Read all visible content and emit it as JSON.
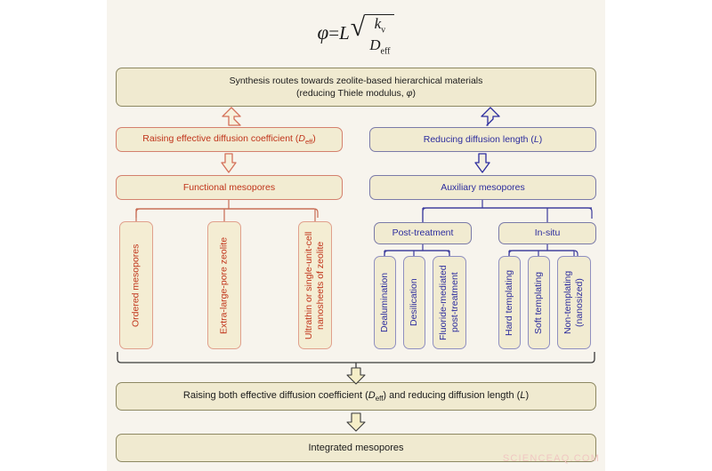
{
  "figure": {
    "background_color": "#f7f4ed",
    "formula": {
      "phi": "φ",
      "equals": "=",
      "L": "L",
      "numerator": "k",
      "numerator_sub": "v",
      "denominator": "D",
      "denominator_sub": "eff",
      "plain": "φ = L √(k_v / D_eff)"
    },
    "top_box": {
      "line1": "Synthesis routes towards zeolite-based hierarchical materials",
      "line2_prefix": "(reducing Thiele modulus, ",
      "line2_symbol": "φ",
      "line2_suffix": ")"
    },
    "branches": {
      "left": {
        "color": "#c0341a",
        "arrow": "up-left-arrow-icon",
        "level1": {
          "text_prefix": "Raising effective diffusion coefficient  (",
          "symbol": "D",
          "symbol_sub": "eff",
          "text_suffix": ")"
        },
        "level2": "Functional mesopores",
        "leaves": [
          "Ordered mesopores",
          "Extra-large-pore zeolite",
          "Ultrathin or single-unit-cell nanosheets of zeolite"
        ]
      },
      "right": {
        "color": "#2d2d9e",
        "arrow": "up-right-arrow-icon",
        "level1": {
          "text_prefix": "Reducing diffusion length (",
          "symbol": "L",
          "text_suffix": ")"
        },
        "level2": "Auxiliary mesopores",
        "groups": [
          {
            "label": "Post-treatment",
            "leaves": [
              "Dealumination",
              "Desilication",
              "Fluoride-mediated post-treatment"
            ]
          },
          {
            "label": "In-situ",
            "leaves": [
              "Hard templating",
              "Soft templating",
              "Non-templating (nanosized)"
            ]
          }
        ]
      }
    },
    "bottom": {
      "merge_box": {
        "text_prefix": "Raising both effective diffusion coefficient  (",
        "symbol1": "D",
        "symbol1_sub": "eff",
        "text_middle": ") and reducing diffusion length (",
        "symbol2": "L",
        "text_suffix": ")"
      },
      "final_box": "Integrated mesopores"
    },
    "watermark": "SCIENCEAQ.COM"
  }
}
